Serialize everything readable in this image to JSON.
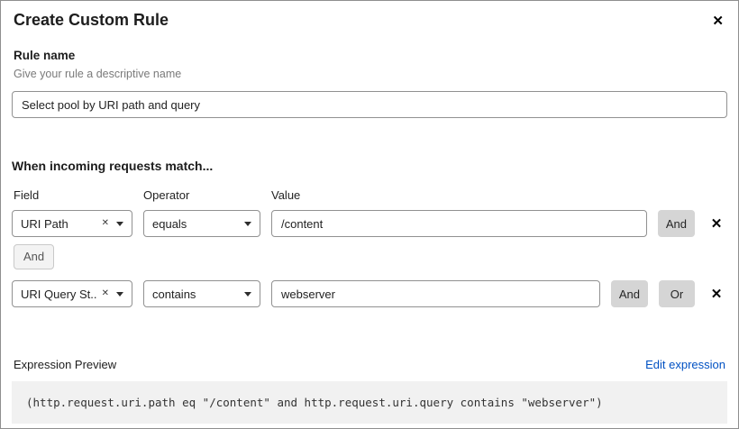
{
  "dialog": {
    "title": "Create Custom Rule"
  },
  "icons": {
    "close": "✕",
    "remove": "✕",
    "clear": "✕"
  },
  "rule_name": {
    "label": "Rule name",
    "helper": "Give your rule a descriptive name",
    "value": "Select pool by URI path and query"
  },
  "match_section": {
    "heading": "When incoming requests match...",
    "columns": {
      "field": "Field",
      "operator": "Operator",
      "value": "Value"
    },
    "rows": [
      {
        "field": "URI Path",
        "operator": "equals",
        "value": "/content",
        "buttons": [
          "And"
        ]
      },
      {
        "field": "URI Query St...",
        "operator": "contains",
        "value": "webserver",
        "buttons": [
          "And",
          "Or"
        ]
      }
    ],
    "connector": "And"
  },
  "expression": {
    "label": "Expression Preview",
    "edit_link": "Edit expression",
    "preview": "(http.request.uri.path eq \"/content\" and http.request.uri.query contains \"webserver\")"
  }
}
